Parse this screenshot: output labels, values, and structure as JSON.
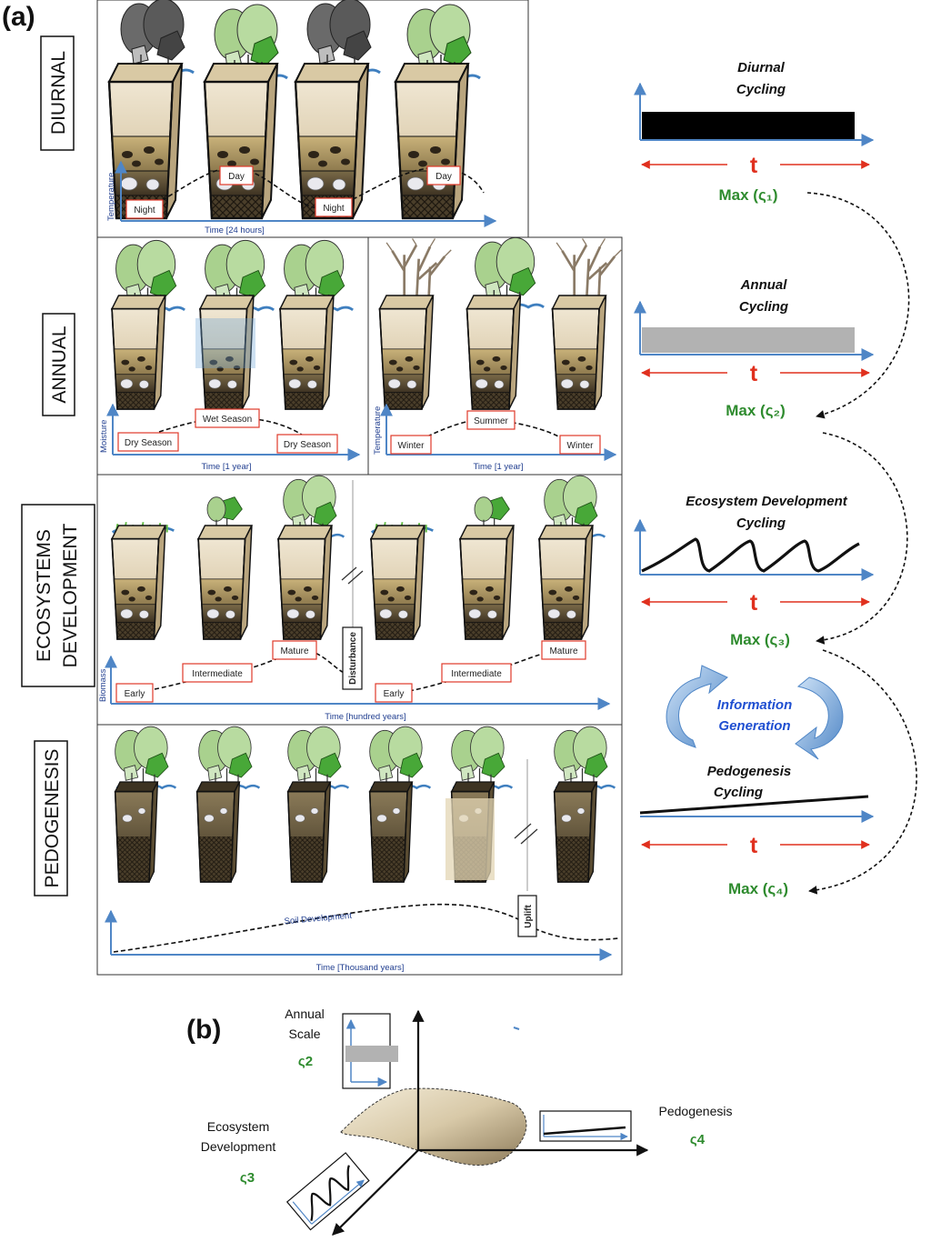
{
  "panel_a_letter": "(a)",
  "panel_b_letter": "(b)",
  "rows": {
    "diurnal": {
      "side_title": "DIURNAL",
      "y_axis_label": "Temperature",
      "x_axis_label": "Time [24 hours]",
      "stage_labels": [
        "Night",
        "Day",
        "Night",
        "Day"
      ]
    },
    "annual": {
      "side_title": "ANNUAL",
      "left": {
        "y_axis_label": "Moisture",
        "x_axis_label": "Time [1 year]",
        "stage_labels": [
          "Dry Season",
          "Wet Season",
          "Dry Season"
        ]
      },
      "right": {
        "y_axis_label": "Temperature",
        "x_axis_label": "Time [1 year]",
        "stage_labels": [
          "Winter",
          "Summer",
          "Winter"
        ]
      }
    },
    "ecosystem": {
      "side_title_line1": "ECOSYSTEMS",
      "side_title_line2": "DEVELOPMENT",
      "y_axis_label": "Biomass",
      "x_axis_label": "Time [hundred years]",
      "stage_labels": [
        "Early",
        "Intermediate",
        "Mature",
        "Early",
        "Intermediate",
        "Mature"
      ],
      "event_label": "Disturbance"
    },
    "pedogenesis": {
      "side_title": "PEDOGENESIS",
      "curve_label": "Soil Development",
      "x_axis_label": "Time [Thousand years]",
      "event_label": "Uplift"
    }
  },
  "cycling": {
    "diurnal": {
      "title_line1": "Diurnal",
      "title_line2": "Cycling",
      "t_label": "t",
      "max_label": "Max (ς₁)"
    },
    "annual": {
      "title_line1": "Annual",
      "title_line2": "Cycling",
      "t_label": "t",
      "max_label": "Max (ς₂)"
    },
    "ecosystem": {
      "title_line1": "Ecosystem Development",
      "title_line2": "Cycling",
      "t_label": "t",
      "max_label": "Max (ς₃)"
    },
    "pedogenesis": {
      "title_line1": "Pedogenesis",
      "title_line2": "Cycling",
      "t_label": "t",
      "max_label": "Max (ς₄)"
    },
    "info_line1": "Information",
    "info_line2": "Generation"
  },
  "panel_b": {
    "annual_name_line1": "Annual",
    "annual_name_line2": "Scale",
    "annual_symbol": "ς2",
    "pedogenesis_name": "Pedogenesis",
    "pedogenesis_symbol": "ς4",
    "ecosystem_name_line1": "Ecosystem",
    "ecosystem_name_line2": "Development",
    "ecosystem_symbol": "ς3"
  },
  "colors": {
    "axis_blue": "#4f86c6",
    "label_red": "#e03a2a",
    "max_green": "#2e8b2e",
    "t_red": "#e0301e",
    "foliage_green": "#5cb83d",
    "canopy_pale": "#a9d18e",
    "soil_brown": "#6a5a3a"
  }
}
